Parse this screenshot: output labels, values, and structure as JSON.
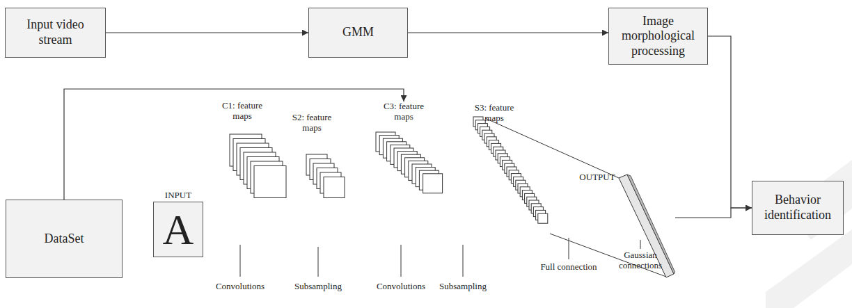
{
  "diagram": {
    "nodes": [
      {
        "text": [
          "Input video stream"
        ]
      },
      {
        "text": [
          "GMM"
        ]
      },
      {
        "text": [
          "Image morphological processing"
        ]
      },
      {
        "text": [
          "Behavior identification"
        ]
      },
      {
        "text": [
          "DataSet"
        ]
      },
      {
        "text": [
          "INPUT",
          "A"
        ]
      },
      {
        "text": [
          "C3: feature maps"
        ]
      },
      {
        "text": [
          "OUTPUT"
        ]
      }
    ],
    "edges": [
      {
        "from": 0,
        "to": 1,
        "arrow": "to"
      },
      {
        "from": 1,
        "to": 2,
        "arrow": "to"
      },
      {
        "from": 2,
        "to": 3,
        "arrow": "to"
      },
      {
        "from": 4,
        "to": 6,
        "arrow": "to"
      },
      {
        "from": 7,
        "to": 3,
        "arrow": "to"
      }
    ],
    "labels": [
      "C1: feature maps",
      "S2: feature maps",
      "S3: feature maps",
      "Convolutions",
      "Subsampling",
      "Convolutions",
      "Subsampling",
      "Full connection",
      "Gaussian connections"
    ]
  }
}
